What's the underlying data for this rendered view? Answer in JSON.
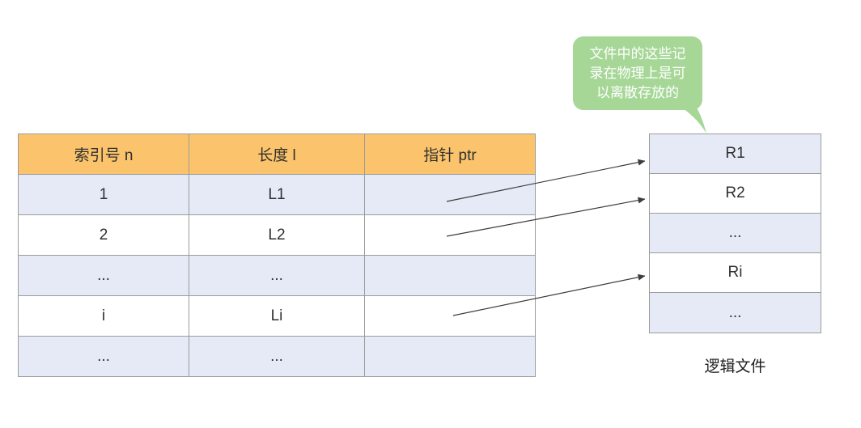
{
  "colors": {
    "header_bg": "#fbc46c",
    "stripe_bg": "#e6eaf6",
    "bubble_green": "#a6d797",
    "border_gray": "#9c9c9c",
    "arrow_dark": "#3c3c3c"
  },
  "callout": {
    "text": "文件中的这些记录在物理上是可以离散存放的",
    "lines": [
      "文件中的这些记",
      "录在物理上是可",
      "以离散存放的"
    ]
  },
  "index_table": {
    "headers": [
      "索引号 n",
      "长度 l",
      "指针 ptr"
    ],
    "rows": [
      [
        "1",
        "L1",
        ""
      ],
      [
        "2",
        "L2",
        ""
      ],
      [
        "...",
        "...",
        ""
      ],
      [
        "i",
        "Li",
        ""
      ],
      [
        "...",
        "...",
        ""
      ]
    ]
  },
  "logical_file": {
    "label": "逻辑文件",
    "rows": [
      "R1",
      "R2",
      "...",
      "Ri",
      "..."
    ]
  },
  "arrows": [
    {
      "from": "index-row-1-ptr",
      "to": "record-R1"
    },
    {
      "from": "index-row-2-ptr",
      "to": "record-R2"
    },
    {
      "from": "index-row-i-ptr",
      "to": "record-Ri"
    }
  ]
}
